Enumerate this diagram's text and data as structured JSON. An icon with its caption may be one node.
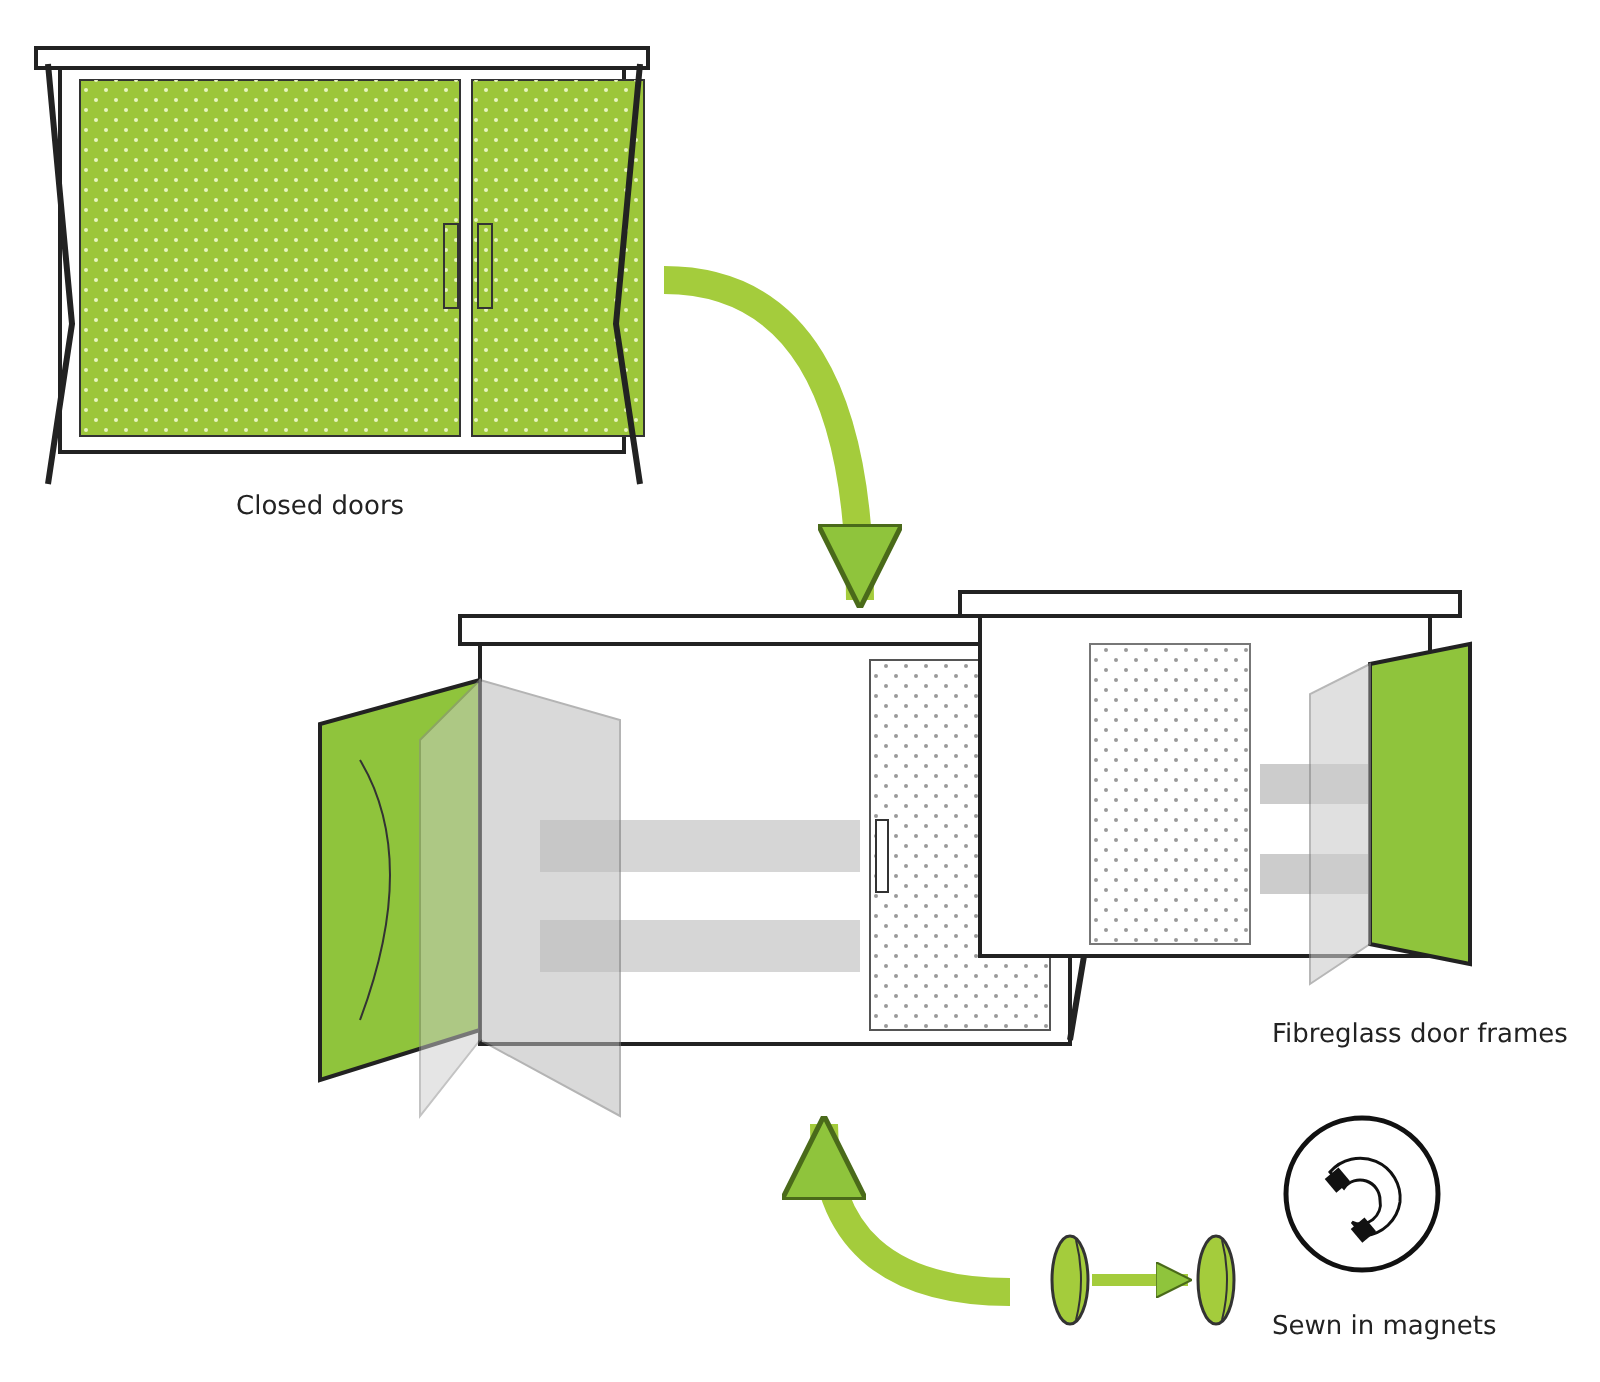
{
  "diagram": {
    "nodes": [
      {
        "text": [],
        "shape": "picture",
        "beside": [
          "Closed doors"
        ]
      },
      {
        "text": [],
        "shape": "picture"
      },
      {
        "text": [],
        "shape": "picture",
        "beside": [
          "Fibreglass door frames"
        ]
      },
      {
        "text": [],
        "shape": "circle"
      },
      {
        "text": [],
        "shape": "circle"
      },
      {
        "text": [],
        "shape": "picture",
        "beside": [
          "Sewn in magnets"
        ]
      }
    ],
    "edges": [
      {
        "from": 0,
        "to": 1,
        "arrow": "to"
      },
      {
        "from": null,
        "to": 1,
        "arrow": "to"
      },
      {
        "from": 3,
        "to": 4,
        "arrow": "to"
      }
    ]
  }
}
